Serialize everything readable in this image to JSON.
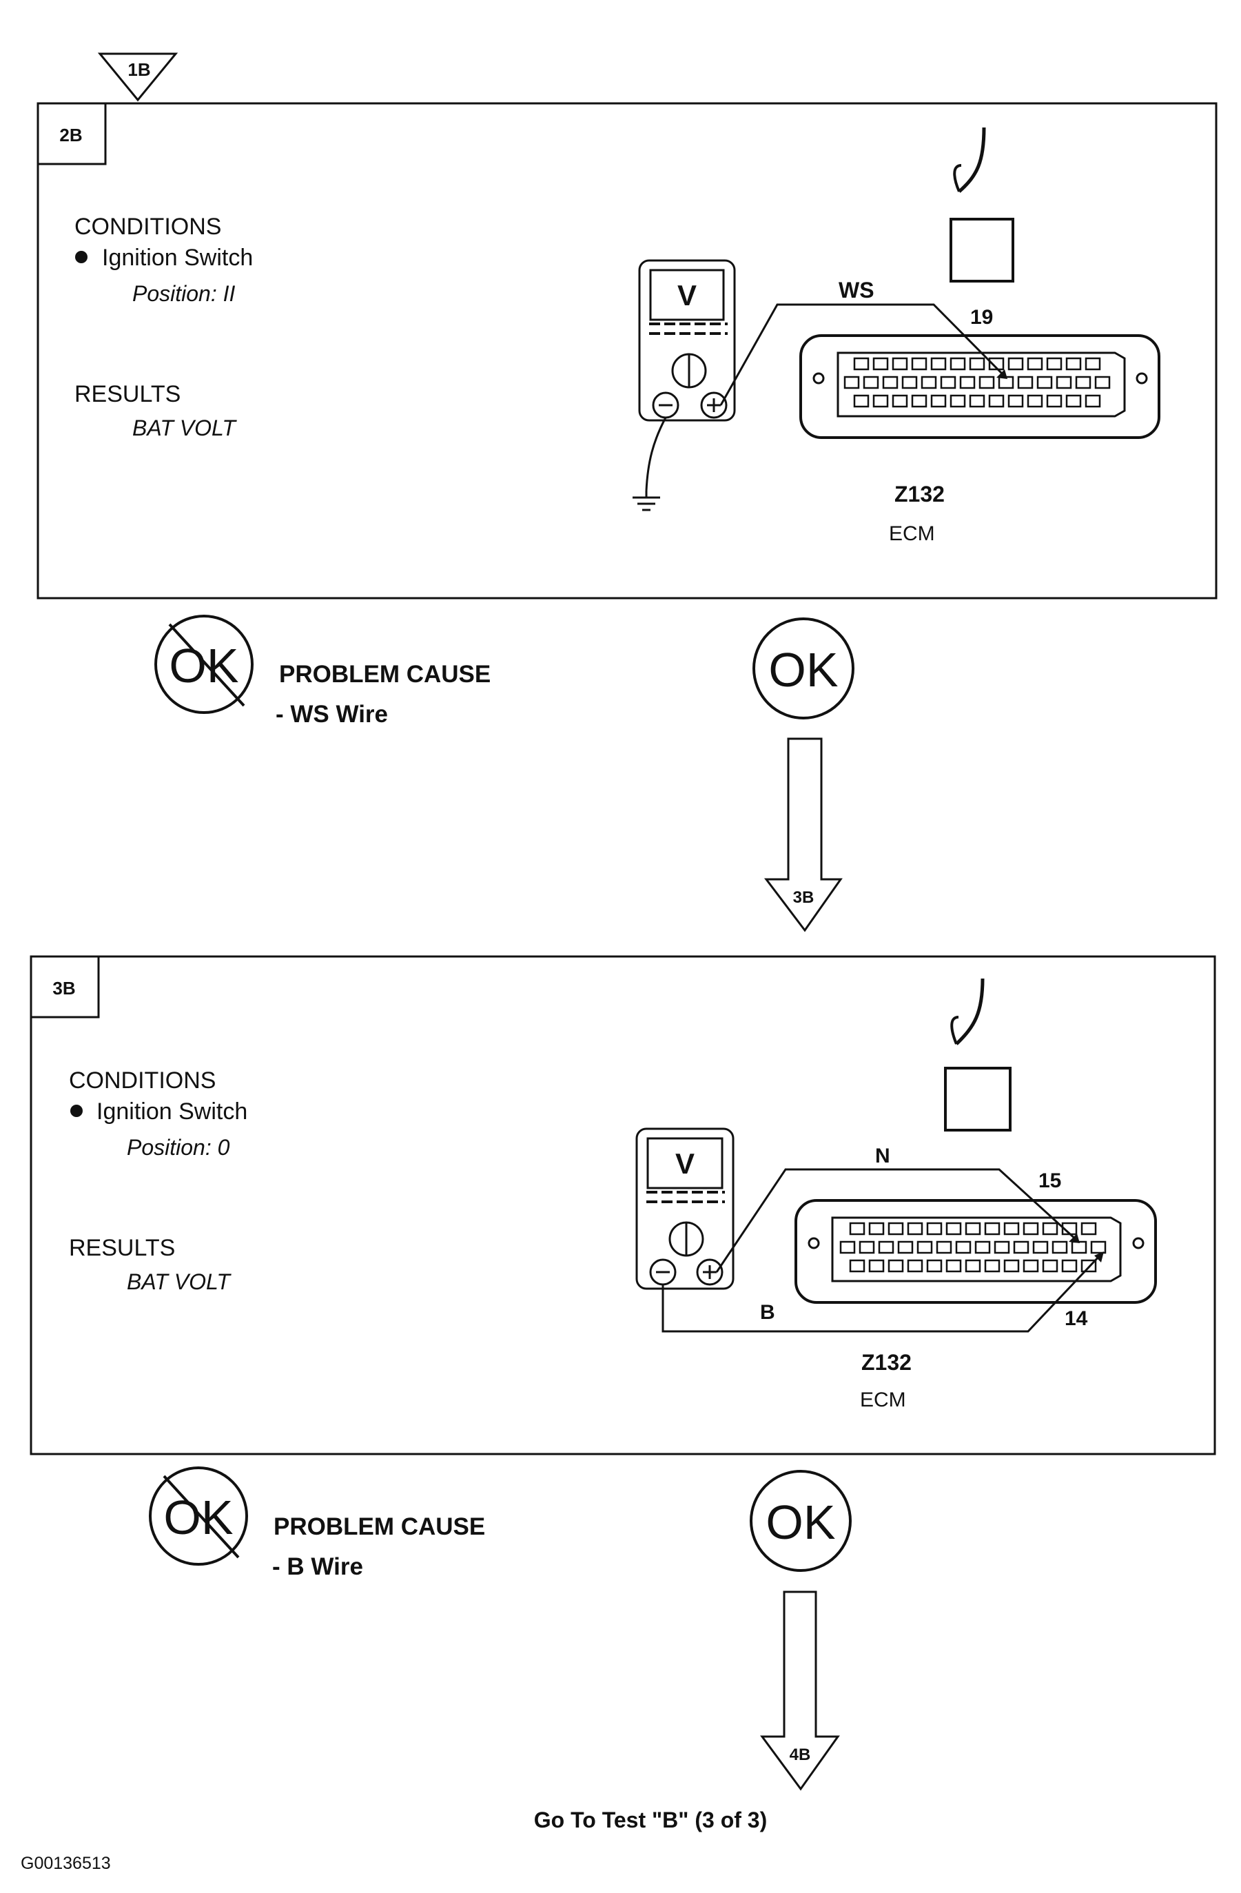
{
  "entry_marker": "1B",
  "steps": [
    {
      "id": "2B",
      "conditions_heading": "CONDITIONS",
      "condition_item": "Ignition Switch",
      "condition_value": "Position: II",
      "results_heading": "RESULTS",
      "result_value": "BAT VOLT",
      "meter_label": "V",
      "wire_labels": [
        "WS"
      ],
      "pin_labels": [
        "19"
      ],
      "component_code": "Z132",
      "component_name": "ECM",
      "not_ok_label": "OK",
      "problem_heading": "PROBLEM CAUSE",
      "problem_item": "-  WS  Wire",
      "ok_label": "OK",
      "next_marker": "3B"
    },
    {
      "id": "3B",
      "conditions_heading": "CONDITIONS",
      "condition_item": "Ignition Switch",
      "condition_value": "Position: 0",
      "results_heading": "RESULTS",
      "result_value": "BAT VOLT",
      "meter_label": "V",
      "wire_labels": [
        "N",
        "B"
      ],
      "pin_labels": [
        "15",
        "14"
      ],
      "component_code": "Z132",
      "component_name": "ECM",
      "not_ok_label": "OK",
      "problem_heading": "PROBLEM CAUSE",
      "problem_item": "-  B  Wire",
      "ok_label": "OK",
      "next_marker": "4B"
    }
  ],
  "footer_text": "Go To Test \"B\" (3 of 3)",
  "figure_id": "G00136513"
}
